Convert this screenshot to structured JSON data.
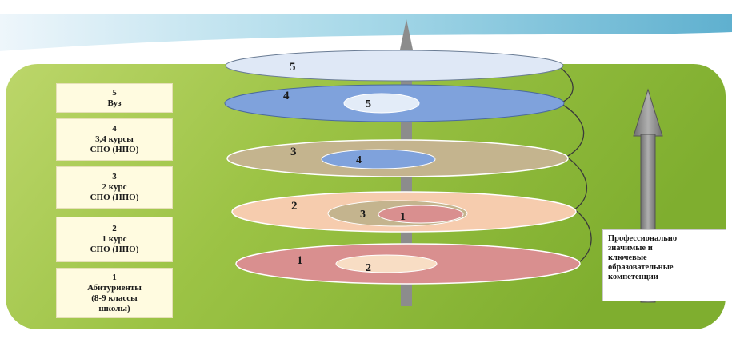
{
  "level_labels": [
    {
      "lines": [
        "5",
        "Вуз"
      ]
    },
    {
      "lines": [
        "4",
        "3,4 курсы",
        "СПО (НПО)"
      ]
    },
    {
      "lines": [
        "3",
        "2 курс",
        "СПО (НПО)"
      ]
    },
    {
      "lines": [
        "2",
        "1 курс",
        "СПО (НПО)"
      ]
    },
    {
      "lines": [
        "1",
        "Абитуриенты",
        "(8-9 классы",
        "школы)"
      ]
    }
  ],
  "competence_note": {
    "lines": [
      "Профессионально",
      "значимые и",
      "ключевые",
      "образовательные",
      "компетенции"
    ]
  },
  "discs": [
    {
      "number": "5",
      "color": "#dfe8f6"
    },
    {
      "number": "4",
      "color": "#7fa2dc"
    },
    {
      "number": "3",
      "color": "#c4b48e"
    },
    {
      "number": "2",
      "color": "#f6ccae"
    },
    {
      "number": "1",
      "color": "#d98f8f"
    }
  ],
  "inner_discs": [
    {
      "number": "5",
      "color": "#e3ecf8"
    },
    {
      "number": "4",
      "color": "#7fa2dc"
    },
    {
      "number": "3",
      "color": "#c4b48e"
    },
    {
      "number": "1",
      "color": "#d98f8f"
    },
    {
      "number": "2",
      "color": "#f8ddc4"
    }
  ],
  "colors": {
    "background": "#8db83a",
    "axis": "#8c8c8c",
    "box": "#fffbe0"
  }
}
